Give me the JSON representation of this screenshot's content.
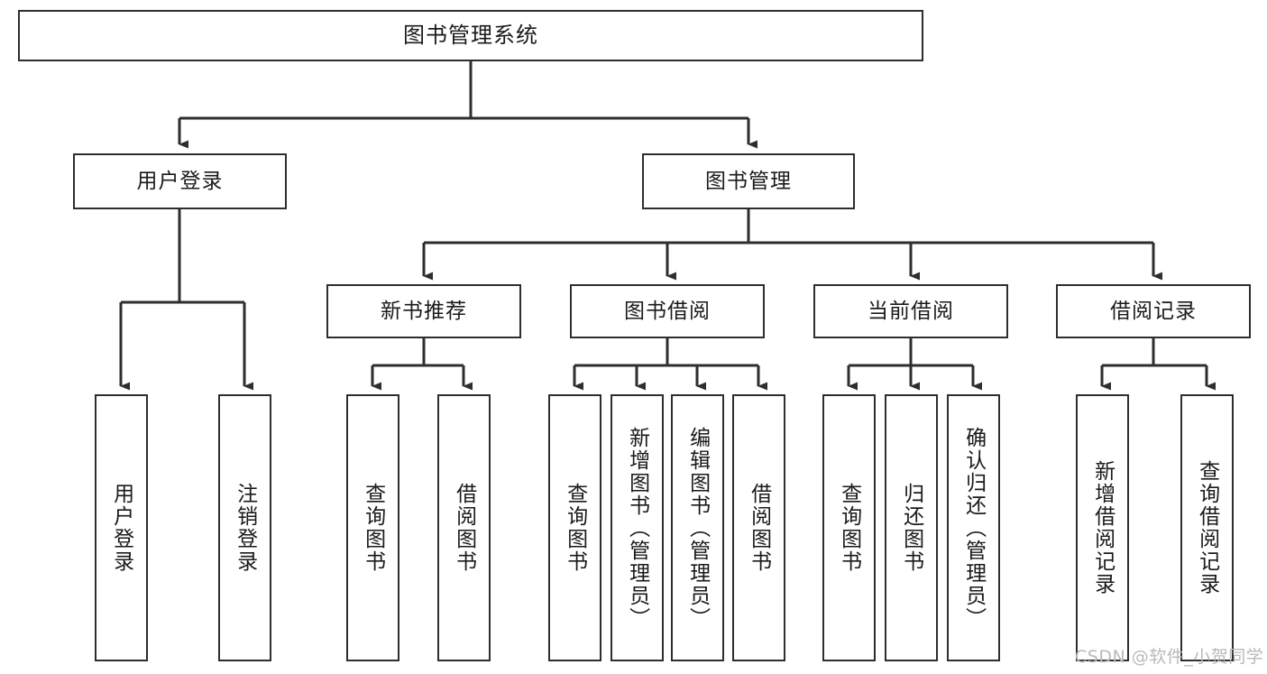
{
  "diagram": {
    "title": "图书管理系统",
    "type": "tree-hierarchy",
    "watermark": "CSDN @软件_小贺同学",
    "colors": {
      "box_border": "#2e2e2e",
      "box_fill": "#ffffff",
      "edge": "#2e2e2e",
      "text": "#1a1a1a",
      "watermark": "#b9b9b9",
      "background": "#ffffff"
    },
    "nodes": {
      "root": {
        "label": "图书管理系统"
      },
      "level1": [
        {
          "id": "user-login",
          "label": "用户登录"
        },
        {
          "id": "book-manage",
          "label": "图书管理"
        }
      ],
      "level2": [
        {
          "id": "new-book-recommend",
          "label": "新书推荐"
        },
        {
          "id": "book-borrow",
          "label": "图书借阅"
        },
        {
          "id": "current-borrow",
          "label": "当前借阅"
        },
        {
          "id": "borrow-record",
          "label": "借阅记录"
        }
      ],
      "leaves": [
        {
          "id": "leaf-user-login",
          "parent": "user-login",
          "label": "用户登录"
        },
        {
          "id": "leaf-logout",
          "parent": "user-login",
          "label": "注销登录"
        },
        {
          "id": "leaf-query-book-1",
          "parent": "new-book-recommend",
          "label": "查询图书"
        },
        {
          "id": "leaf-borrow-book-1",
          "parent": "new-book-recommend",
          "label": "借阅图书"
        },
        {
          "id": "leaf-query-book-2",
          "parent": "book-borrow",
          "label": "查询图书"
        },
        {
          "id": "leaf-add-book",
          "parent": "book-borrow",
          "label": "新增图书（管理员）"
        },
        {
          "id": "leaf-edit-book",
          "parent": "book-borrow",
          "label": "编辑图书（管理员）"
        },
        {
          "id": "leaf-borrow-book-2",
          "parent": "book-borrow",
          "label": "借阅图书"
        },
        {
          "id": "leaf-query-book-3",
          "parent": "current-borrow",
          "label": "查询图书"
        },
        {
          "id": "leaf-return-book",
          "parent": "current-borrow",
          "label": "归还图书"
        },
        {
          "id": "leaf-confirm-return",
          "parent": "current-borrow",
          "label": "确认归还（管理员）"
        },
        {
          "id": "leaf-add-record",
          "parent": "borrow-record",
          "label": "新增借阅记录"
        },
        {
          "id": "leaf-query-record",
          "parent": "borrow-record",
          "label": "查询借阅记录"
        }
      ]
    }
  }
}
